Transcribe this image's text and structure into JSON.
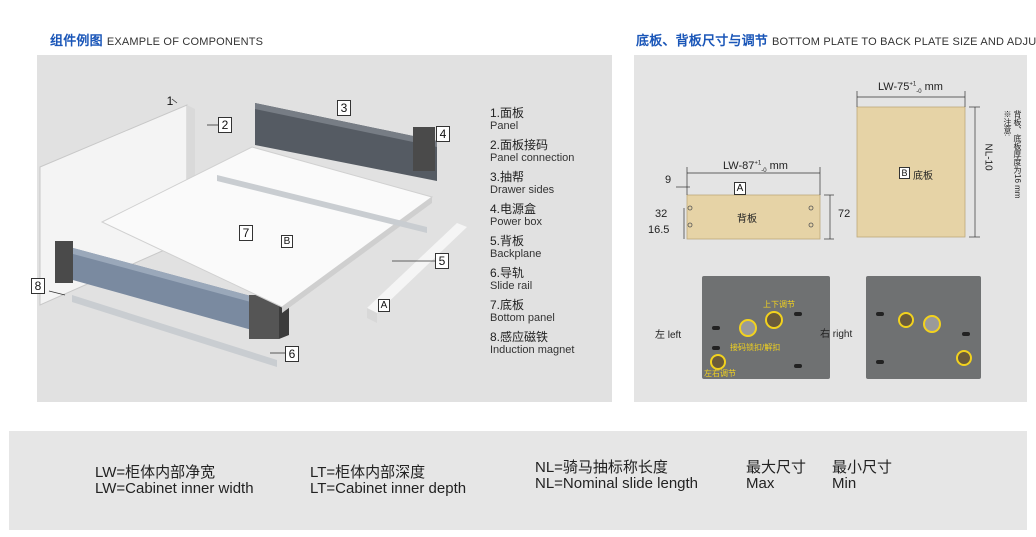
{
  "title_left": {
    "zh": "组件例图",
    "en": "EXAMPLE OF COMPONENTS"
  },
  "title_right": {
    "zh": "底板、背板尺寸与调节",
    "en": "BOTTOM PLATE TO BACK PLATE SIZE AND ADJUST"
  },
  "callouts": [
    "1",
    "2",
    "3",
    "4",
    "5",
    "6",
    "7",
    "8"
  ],
  "plate_mark": "B",
  "panel_mark": "A",
  "components": [
    {
      "zh": "1.面板",
      "en": "Panel"
    },
    {
      "zh": "2.面板接码",
      "en": "Panel connection"
    },
    {
      "zh": "3.抽帮",
      "en": "Drawer sides"
    },
    {
      "zh": "4.电源盒",
      "en": "Power box"
    },
    {
      "zh": "5.背板",
      "en": "Backplane"
    },
    {
      "zh": "6.导轨",
      "en": "Slide rail"
    },
    {
      "zh": "7.底板",
      "en": "Bottom panel"
    },
    {
      "zh": "8.感应磁铁",
      "en": "Induction magnet"
    }
  ],
  "dims": {
    "back_width": "LW-87",
    "back_tol_top": "+1",
    "back_tol_bottom": "-0",
    "back_unit": "mm",
    "back_label": "背板",
    "back_mark": "A",
    "offset_x": "9",
    "hole_a": "32",
    "hole_b": "16.5",
    "back_height": "72",
    "bottom_width": "LW-75",
    "bottom_tol_top": "+1",
    "bottom_tol_bottom": "-0",
    "bottom_unit": "mm",
    "bottom_label": "底板",
    "bottom_mark": "B",
    "bottom_depth": "NL-10",
    "note_title": "※注意:",
    "note_text": "背板、底板厚度为16 mm"
  },
  "adjust": {
    "left_label": "左 left",
    "right_label": "右 right",
    "up_down": "上下调节",
    "lock": "接码锁扣/解扣",
    "left_right": "左右调节",
    "accent": "#f2d21e"
  },
  "legend": [
    {
      "zh": "LW=柜体内部净宽",
      "en": "LW=Cabinet inner width"
    },
    {
      "zh": "LT=柜体内部深度",
      "en": "LT=Cabinet inner depth"
    },
    {
      "zh": "NL=骑马抽标称长度",
      "en": "NL=Nominal slide length"
    },
    {
      "zh": "最大尺寸",
      "en": "Max"
    },
    {
      "zh": "最小尺寸",
      "en": "Min"
    }
  ]
}
